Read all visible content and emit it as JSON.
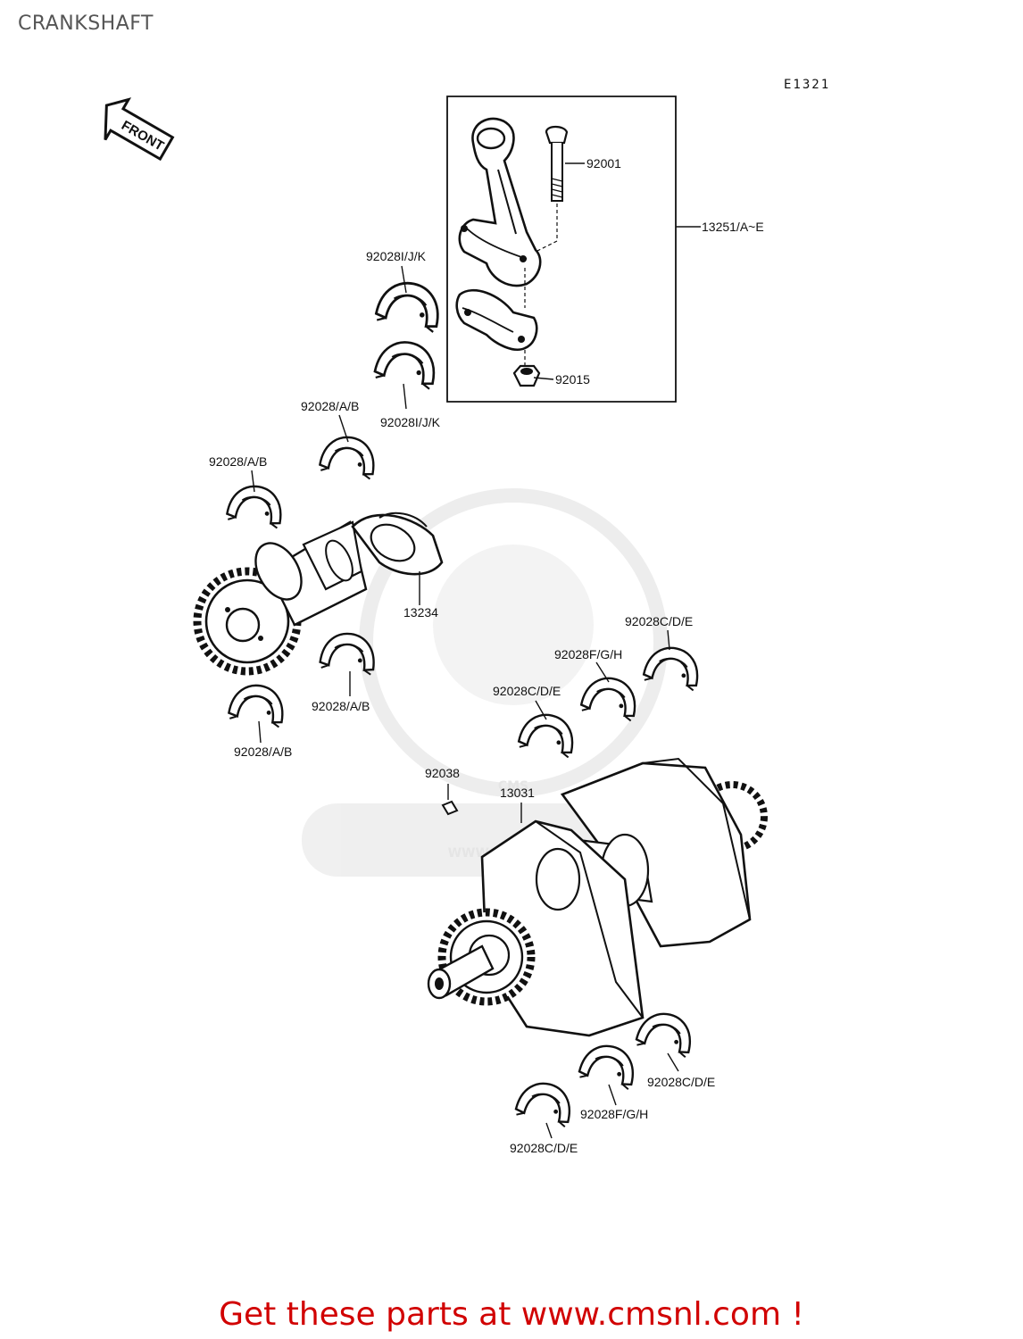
{
  "page": {
    "title": "CRANKSHAFT",
    "diagram_code": "E1321",
    "promo_text": "Get these parts at www.cmsnl.com !"
  },
  "diagram": {
    "front_label": "FRONT",
    "watermark": {
      "logo_text": "CMS",
      "url_text": "WWW.CMSNL.COM"
    },
    "parts": [
      {
        "key": "bolt",
        "number": "92001"
      },
      {
        "key": "connecting_rod_assembly",
        "number": "13251/A~E"
      },
      {
        "key": "rod_bearing_upper",
        "number": "92028I/J/K"
      },
      {
        "key": "rod_bearing_lower",
        "number": "92028I/J/K"
      },
      {
        "key": "nut",
        "number": "92015"
      },
      {
        "key": "balancer_bearing_1",
        "number": "92028/A/B"
      },
      {
        "key": "balancer_bearing_2",
        "number": "92028/A/B"
      },
      {
        "key": "balancer_shaft",
        "number": "13234"
      },
      {
        "key": "balancer_bearing_3",
        "number": "92028/A/B"
      },
      {
        "key": "balancer_bearing_4",
        "number": "92028/A/B"
      },
      {
        "key": "main_bearing_1",
        "number": "92028C/D/E"
      },
      {
        "key": "main_bearing_2",
        "number": "92028F/G/H"
      },
      {
        "key": "main_bearing_3",
        "number": "92028C/D/E"
      },
      {
        "key": "key",
        "number": "92038"
      },
      {
        "key": "crankshaft",
        "number": "13031"
      },
      {
        "key": "main_bearing_4",
        "number": "92028C/D/E"
      },
      {
        "key": "main_bearing_5",
        "number": "92028F/G/H"
      },
      {
        "key": "main_bearing_6",
        "number": "92028C/D/E"
      }
    ]
  }
}
